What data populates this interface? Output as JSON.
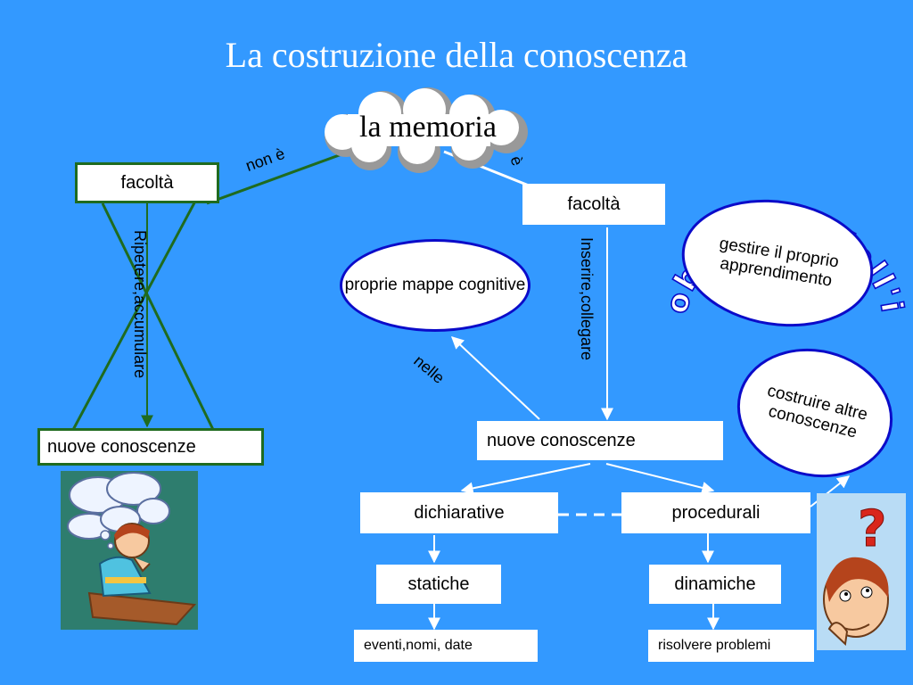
{
  "title": "La costruzione della conoscenza",
  "cloud": {
    "label": "la memoria"
  },
  "left": {
    "faculty": "facoltà",
    "edge_label": "non è",
    "verb": "Ripetere,accumulare",
    "knowledge": "nuove conoscenze"
  },
  "right": {
    "edge_label": "è",
    "faculty": "facoltà",
    "verb": "Inserire,collegare",
    "maps": "proprie mappe cognitive",
    "maps_edge_label": "nelle",
    "knowledge": "nuove conoscenze",
    "declarative": "dichiarative",
    "procedural": "procedurali",
    "static": "statiche",
    "dynamic": "dinamiche",
    "static_examples": "eventi,nomi, date",
    "dynamic_examples": "risolvere problemi"
  },
  "objective": {
    "arc_text": "obiettivo dell'istruzione",
    "goal1": "gestire il proprio apprendimento",
    "goal2": "costruire altre conoscenze"
  },
  "colors": {
    "background": "#3399ff",
    "left_border": "#1f6b1f",
    "ellipse_border": "#0b0bc9"
  },
  "icons": [
    "thinking-student-icon",
    "question-mark-person-icon"
  ]
}
